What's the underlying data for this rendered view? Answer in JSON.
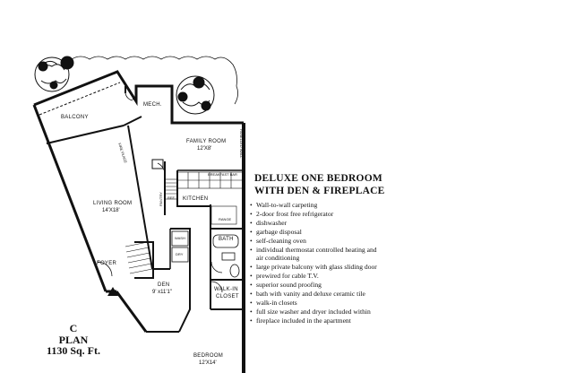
{
  "rooms": {
    "balcony": "BALCONY",
    "mech": "MECH.",
    "family_room": "FAMILY ROOM",
    "family_room_size": "12'X8'",
    "fireplace": "FIRE PLACE",
    "living_room": "LIVING ROOM",
    "living_room_size": "14'X18'",
    "kitchen": "KITCHEN",
    "breakfast_bar": "BREAKFAST BAR",
    "pantry": "PANTRY",
    "ref": "REF.",
    "range": "RANGE",
    "bath": "BATH",
    "wash": "WASH",
    "dry": "DRY",
    "foyer": "FOYER",
    "den": "DEN",
    "den_size": "9' x11'1\"",
    "walk_in_closet_line1": "WALK-IN",
    "walk_in_closet_line2": "CLOSET",
    "bedroom": "BEDROOM",
    "bedroom_size": "12'X14'",
    "paneling": "PANELLED WALL"
  },
  "heading": {
    "line1": "DELUXE ONE BEDROOM",
    "line2": "WITH DEN & FIREPLACE"
  },
  "features": [
    "Wall-to-wall carpeting",
    "2-door frost free refrigerator",
    "dishwasher",
    "garbage disposal",
    "self-cleaning oven",
    "individual thermostat controlled heating and",
    "air conditioning",
    "large private balcony with glass sliding door",
    "prewired for cable T.V.",
    "superior sound proofing",
    "bath with vanity and deluxe ceramic tile",
    "walk-in closets",
    "full size washer and dryer included within",
    "fireplace included in the apartment"
  ],
  "plan": {
    "letter": "C",
    "word": "PLAN",
    "area": "1130 Sq. Ft."
  }
}
